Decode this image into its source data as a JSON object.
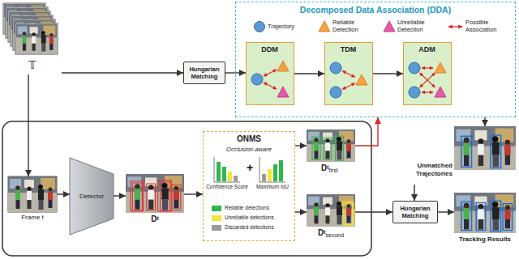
{
  "diagram": {
    "nodes": [
      {
        "text": [
          "Decomposed Data Association (DDA)"
        ]
      },
      {
        "text": [
          "DDM"
        ],
        "in": 0
      },
      {
        "text": [
          "TDM"
        ],
        "in": 0
      },
      {
        "text": [
          "ADM"
        ],
        "in": 0
      },
      {
        "text": [
          "𝕋"
        ]
      },
      {
        "text": [
          "Hungarian Matching"
        ]
      },
      {
        "text": [
          "Frame t"
        ]
      },
      {
        "text": [
          "Detector"
        ]
      },
      {
        "text": [
          "Dᵗ"
        ]
      },
      {
        "text": [
          "ONMS",
          "Occlusion-aware",
          "Confidence Score",
          "+",
          "Maximum IoU"
        ]
      },
      {
        "text": [
          "Dᵗ",
          "first"
        ]
      },
      {
        "text": [
          "Dᵗ",
          "second"
        ]
      },
      {
        "text": [
          "Unmatched Trajectories"
        ]
      },
      {
        "text": [
          "Hungarian Matching"
        ]
      },
      {
        "text": [
          "Tracking Results"
        ]
      }
    ],
    "edges": [
      {
        "from": 4,
        "to": 5,
        "arrow": "to"
      },
      {
        "from": 5,
        "to": 1,
        "arrow": "to"
      },
      {
        "from": 1,
        "to": 2,
        "arrow": "to"
      },
      {
        "from": 2,
        "to": 3,
        "arrow": "to"
      },
      {
        "from": 0,
        "to": 12,
        "arrow": "to"
      },
      {
        "from": 4,
        "to": 6,
        "arrow": "to"
      },
      {
        "from": 6,
        "to": 7,
        "arrow": "to"
      },
      {
        "from": 7,
        "to": 8,
        "arrow": "to"
      },
      {
        "from": 8,
        "to": 9,
        "arrow": "to"
      },
      {
        "from": 9,
        "to": 10,
        "arrow": "to"
      },
      {
        "from": 9,
        "to": 11,
        "arrow": "to"
      },
      {
        "from": 10,
        "to": 0,
        "arrow": "to"
      },
      {
        "from": 11,
        "to": 13,
        "arrow": "to"
      },
      {
        "from": 12,
        "to": 13,
        "arrow": "to"
      },
      {
        "from": 13,
        "to": 14,
        "arrow": "to"
      }
    ],
    "legend": [
      {
        "text": "Trajectory"
      },
      {
        "text": "Reliable Detection"
      },
      {
        "text": "Unreliable Detection"
      },
      {
        "text": "Possible Association"
      },
      {
        "text": "Reliable detections",
        "color": "#2fb84a"
      },
      {
        "text": "Unreliable detections",
        "color": "#f2e43a"
      },
      {
        "text": "Discarded detections",
        "color": "#9a9a9a"
      }
    ]
  }
}
